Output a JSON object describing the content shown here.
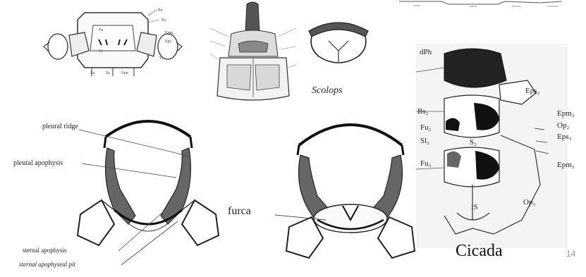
{
  "top_left_figure": {
    "labels": [
      "Pn",
      "Ps",
      "Pn",
      "Epm",
      "Eps",
      "Ss",
      "Tr",
      "Epn",
      "Sa",
      "Ss"
    ]
  },
  "scolops_figure": {
    "caption": "Scolops"
  },
  "left_section_figure": {
    "labels": {
      "pleural_ridge": "pleural ridge",
      "pleural_apophysis": "pleural apophysis",
      "sternal_apophysis": "sternal apophysis",
      "sternal_apophyseal_pit": "sternal apophyseal pit"
    }
  },
  "middle_section_figure": {
    "labels": {
      "furca": "furca"
    }
  },
  "cicada_figure": {
    "caption": "Cicada",
    "labels": {
      "dph": "dPh",
      "bs": "Bs₂",
      "fu2": "Fu₂",
      "sl": "Sl₂",
      "fu3": "Fu₃",
      "s2": "S₂",
      "is": "IS",
      "eps2": "Eps₂",
      "epm2": "Epm₂",
      "op2": "Op₂",
      "eps3": "Eps₃",
      "epm3": "Epm₃",
      "op3": "Op₃"
    }
  },
  "page_number": "14"
}
